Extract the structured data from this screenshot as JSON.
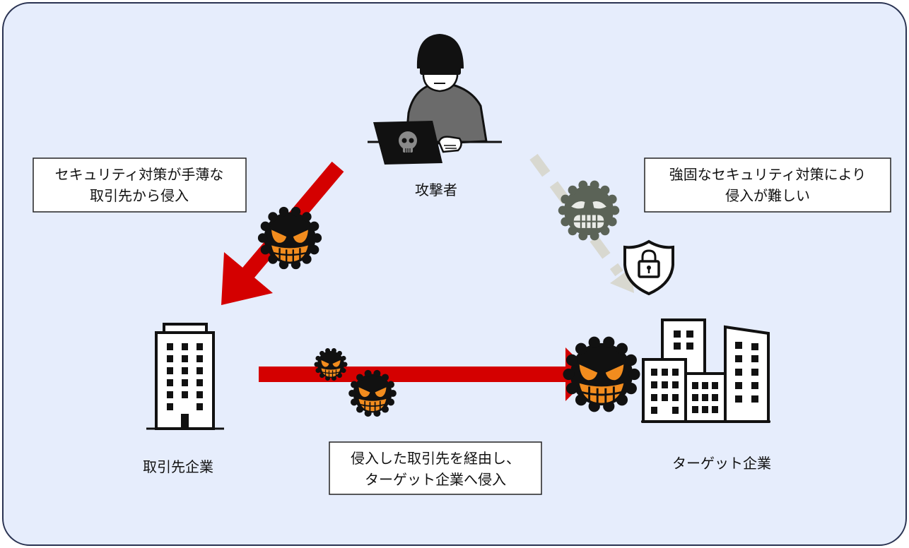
{
  "attacker": {
    "label": "攻撃者",
    "icon": "hacker-icon",
    "laptop_icon": "skull-laptop-icon"
  },
  "partner": {
    "label": "取引先企業",
    "icon": "office-building-icon"
  },
  "target": {
    "label": "ターゲット企業",
    "icon": "city-buildings-icon",
    "defense_icon": "shield-lock-icon"
  },
  "notes": {
    "weak_entry": [
      "セキュリティ対策が手薄な",
      "取引先から侵入"
    ],
    "strong_defense": [
      "強固なセキュリティ対策により",
      "侵入が難しい"
    ],
    "via_partner": [
      "侵入した取引先を経由し、",
      "ターゲット企業へ侵入"
    ]
  },
  "icons": {
    "malware": "virus-icon",
    "blocked_malware": "blocked-virus-icon"
  },
  "colors": {
    "background": "#e6edfc",
    "border": "#2a3352",
    "attack_arrow": "#d40000",
    "blocked_arrow": "#d8d8d0",
    "virus": "#111111",
    "virus_face": "#f28c1e",
    "blocked_virus": "#5b6357",
    "blocked_virus_face": "#e9ebe7",
    "hacker_sweater": "#6b6b6b"
  }
}
